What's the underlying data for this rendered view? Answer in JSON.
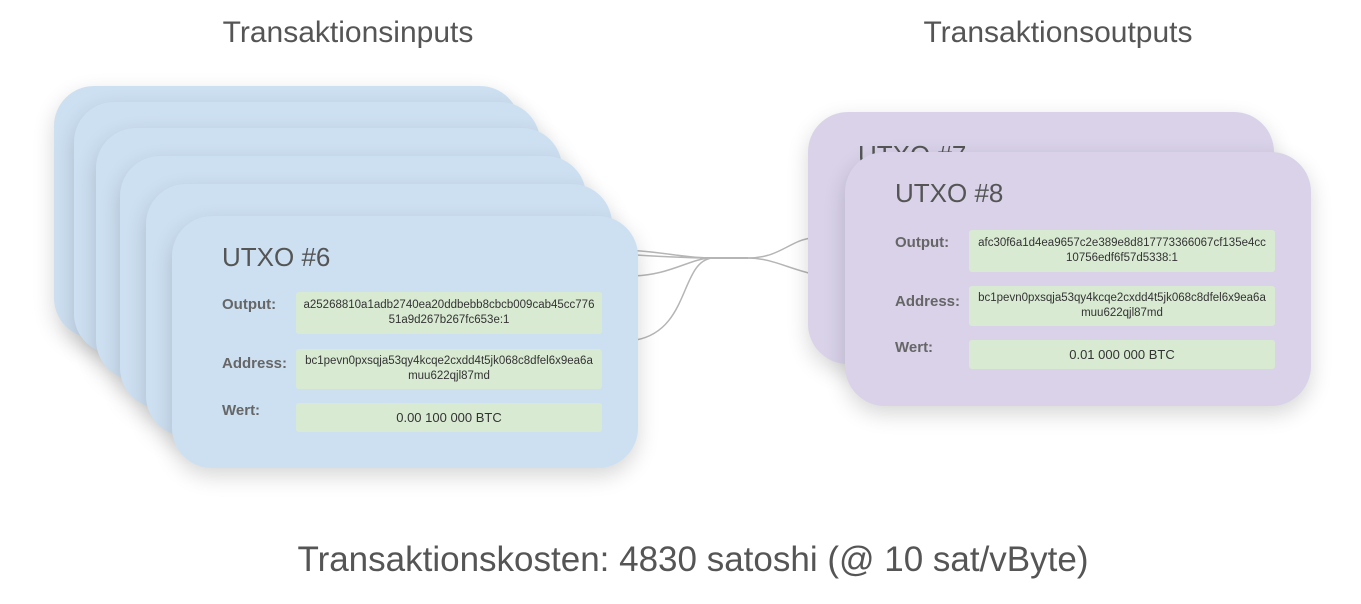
{
  "headings": {
    "inputs": "Transaktionsinputs",
    "outputs": "Transaktionsoutputs"
  },
  "labels": {
    "output": "Output:",
    "address": "Address:",
    "value": "Wert:"
  },
  "inputs": {
    "stack_count": 6,
    "front": {
      "title": "UTXO #6",
      "output": "a25268810a1adb2740ea20ddbebb8cbcb009cab45cc77651a9d267b267fc653e:1",
      "address": "bc1pevn0pxsqja53qy4kcqe2cxdd4t5jk068c8dfel6x9ea6amuu622qjl87md",
      "value": "0.00 100 000 BTC"
    }
  },
  "outputs": {
    "back": {
      "title": "UTXO #7"
    },
    "front": {
      "title": "UTXO #8",
      "output": "afc30f6a1d4ea9657c2e389e8d817773366067cf135e4cc10756edf6f57d5338:1",
      "address": "bc1pevn0pxsqja53qy4kcqe2cxdd4t5jk068c8dfel6x9ea6amuu622qjl87md",
      "value": "0.01 000 000 BTC"
    }
  },
  "fee": "Transaktionskosten: 4830 satoshi (@ 10 sat/vByte)",
  "colors": {
    "input_card": "#cde0f2",
    "output_card": "#d9d2e9",
    "value_box": "#d9ead3",
    "connector": "#b5b5b5"
  }
}
